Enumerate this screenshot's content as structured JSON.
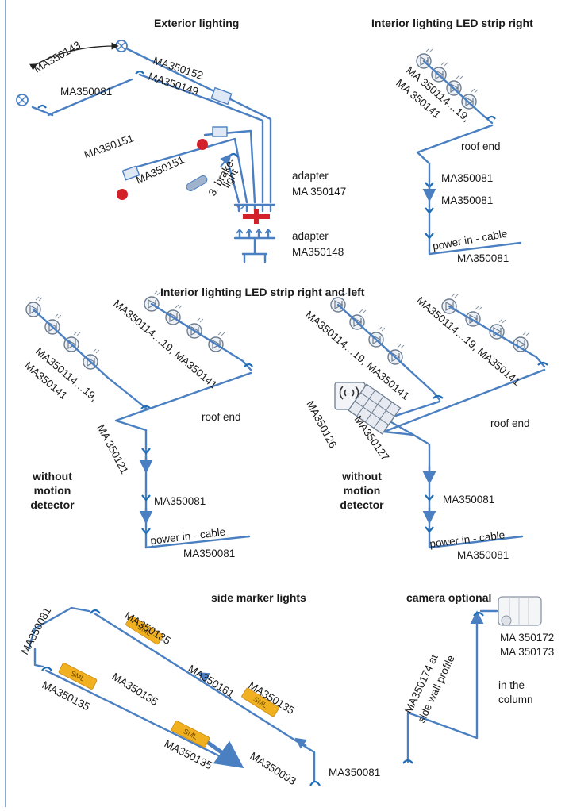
{
  "sections": {
    "exterior": {
      "title": "Exterior lighting",
      "labels": {
        "ma350143": "MA350143",
        "ma350081": "MA350081",
        "ma350152": "MA350152",
        "ma350149": "MA350149",
        "ma350151_a": "MA350151",
        "ma350151_b": "MA350151",
        "brake_1": "3. brake-",
        "brake_2": "light",
        "adapter1_l1": "adapter",
        "adapter1_l2": "MA 350147",
        "adapter2_l1": "adapter",
        "adapter2_l2": "MA350148"
      }
    },
    "interior_right": {
      "title": "Interior lighting LED strip right",
      "labels": {
        "strip_1": "MA 350114…19,",
        "strip_2": "MA 350141",
        "roof_end": "roof end",
        "ext_1": "MA350081",
        "ext_2": "MA350081",
        "power_in": "power in - cable",
        "power_code": "MA350081"
      }
    },
    "interior_both": {
      "title": "Interior lighting LED strip right and left",
      "left": {
        "strip_1": "MA350114…19,",
        "strip_2": "MA350141",
        "strip_3": "MA350114…19, MA350141",
        "roof_end": "roof end",
        "junction": "MA 350121",
        "ext": "MA350081",
        "without_1": "without",
        "without_2": "motion",
        "without_3": "detector",
        "power_in": "power in - cable",
        "power_code": "MA350081"
      },
      "right": {
        "strip_1": "MA350114…19, MA350141",
        "strip_2": "MA350114…19, MA350141",
        "sensor_1": "MA350126",
        "sensor_2": "MA350127",
        "roof_end": "roof end",
        "ext": "MA350081",
        "without_1": "without",
        "without_2": "motion",
        "without_3": "detector",
        "power_in": "power in - cable",
        "power_code": "MA350081"
      }
    },
    "side_marker": {
      "title": "side marker lights",
      "sml_text": "SML",
      "labels": {
        "top_left": "MA350081",
        "sml1": "MA350135",
        "sml2": "MA350135",
        "mid_a": "MA350135",
        "mid_b": "MA350161",
        "sml3": "MA350135",
        "sml4": "MA350135",
        "tail": "MA350093",
        "bottom_right": "MA350081"
      }
    },
    "camera": {
      "title": "camera optional",
      "labels": {
        "cam_1": "MA 350172",
        "cam_2": "MA 350173",
        "cable_1": "MA350174 at",
        "cable_2": "side wall profile",
        "column_1": "in the",
        "column_2": "column"
      }
    }
  },
  "colors": {
    "wire": "#4a7fc1",
    "sml": "#f0b020",
    "red_lamp": "#d3212a"
  }
}
